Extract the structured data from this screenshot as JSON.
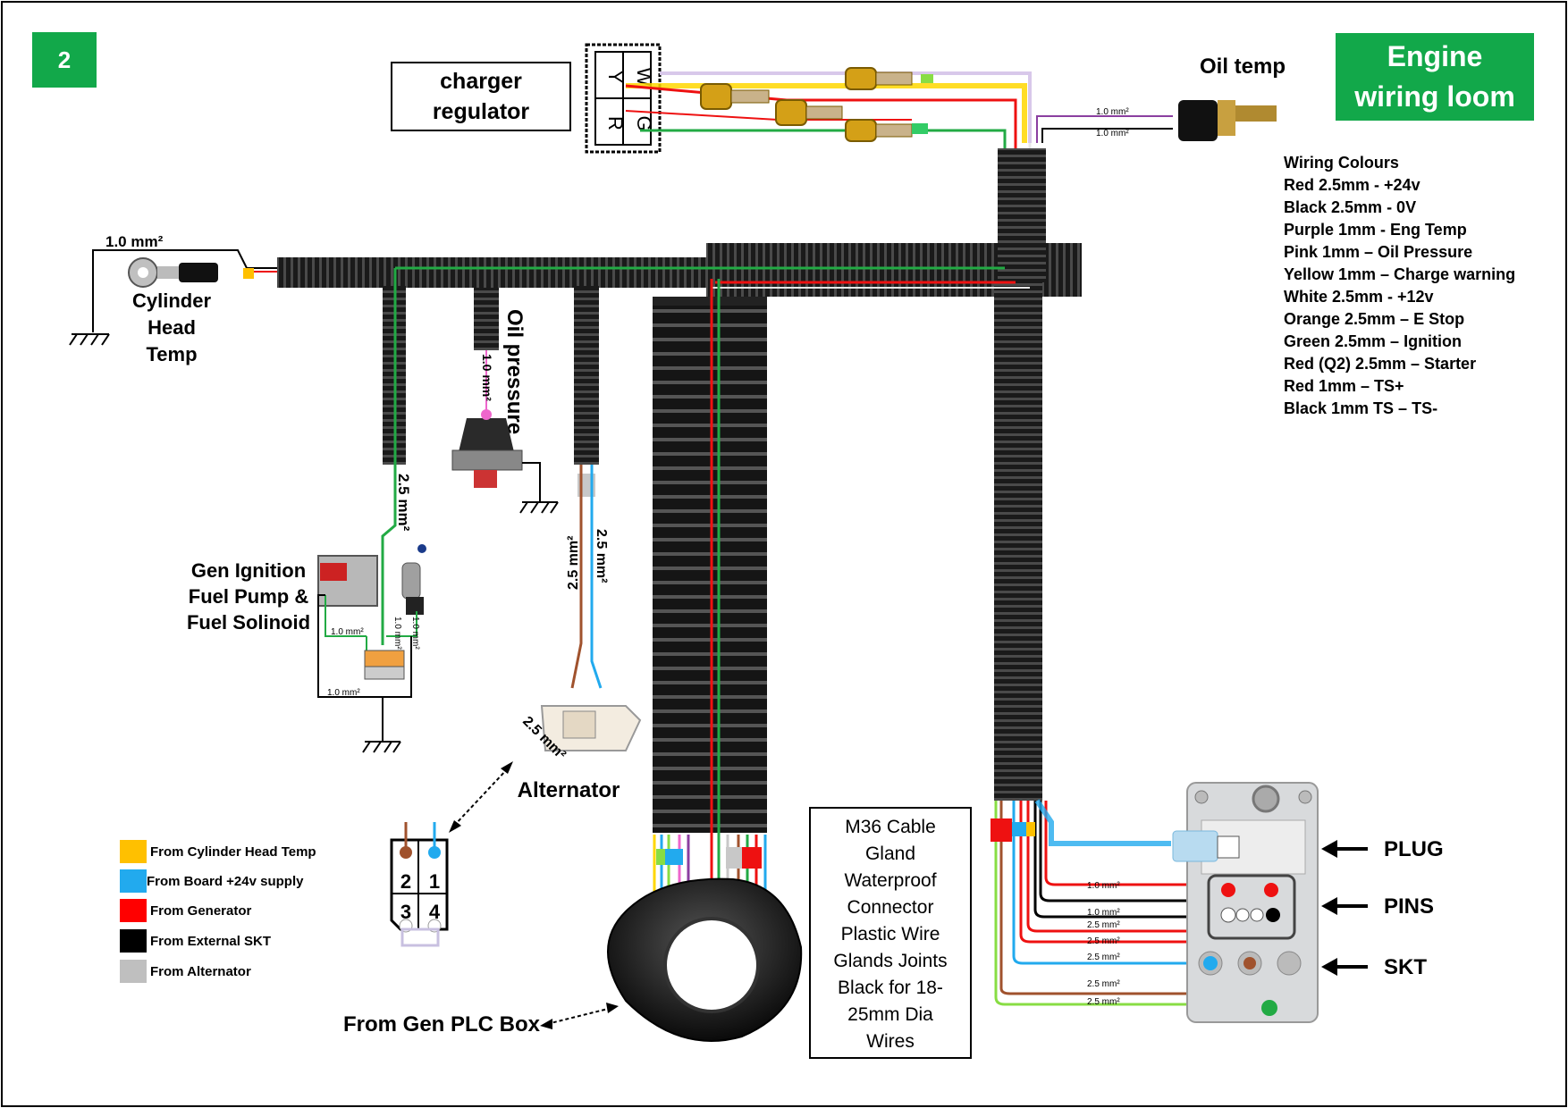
{
  "page_number": "2",
  "title_line1": "Engine",
  "title_line2": "wiring loom",
  "labels": {
    "charger_line1": "charger",
    "charger_line2": "regulator",
    "oil_temp": "Oil temp",
    "cyl_line1": "Cylinder",
    "cyl_line2": "Head",
    "cyl_line3": "Temp",
    "oil_pressure": "Oil pressure",
    "gen_line1": "Gen Ignition",
    "gen_line2": "Fuel Pump &",
    "gen_line3": "Fuel Solinoid",
    "alternator": "Alternator",
    "from_gen_plc": "From Gen PLC Box",
    "plug": "PLUG",
    "pins": "PINS",
    "skt": "SKT"
  },
  "connector_letters": {
    "w": "W",
    "y": "Y",
    "g": "G",
    "r": "R"
  },
  "wire_sizes": {
    "mm1": "1.0 mm²",
    "mm25": "2.5 mm²"
  },
  "plug_numbers": [
    "2",
    "1",
    "3",
    "4"
  ],
  "wiring_colours_title": "Wiring Colours",
  "wiring_colours": [
    "Red 2.5mm - +24v",
    "Black 2.5mm - 0V",
    "Purple 1mm - Eng Temp",
    "Pink 1mm – Oil Pressure",
    "Yellow 1mm – Charge warning",
    "White 2.5mm - +12v",
    "Orange 2.5mm – E Stop",
    "Green 2.5mm – Ignition",
    "Red (Q2) 2.5mm – Starter",
    "Red 1mm – TS+",
    "Black 1mm TS – TS-"
  ],
  "legend": [
    {
      "label": "From Cylinder Head Temp",
      "color": "#ffc000"
    },
    {
      "label": "From Board  +24v supply",
      "color": "#22aaee"
    },
    {
      "label": "From Generator",
      "color": "#ff0000"
    },
    {
      "label": "From External SKT",
      "color": "#000000"
    },
    {
      "label": "From Alternator",
      "color": "#bfbfbf"
    }
  ],
  "gland_text": [
    "M36 Cable",
    "Gland",
    "Waterproof",
    "Connector",
    "Plastic Wire",
    "Glands Joints",
    "Black for 18-",
    "25mm Dia",
    "Wires"
  ],
  "colors": {
    "accent_green": "#12a84a",
    "wire_red": "#ee1111",
    "wire_green": "#22aa44",
    "wire_blue": "#22aaee",
    "wire_brown": "#a0522d",
    "wire_purple": "#8b3fa0",
    "wire_pink": "#ee66cc",
    "wire_yellow": "#ffd700",
    "loom": "#1a1a1a"
  }
}
